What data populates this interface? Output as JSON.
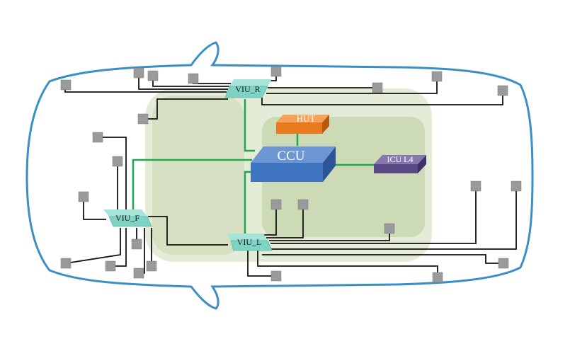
{
  "nodes": {
    "ccu": "CCU",
    "hut": "HUT",
    "icu": "ICU L4",
    "viu_r": "VIU_R",
    "viu_f": "VIU_F",
    "viu_l": "VIU_L"
  },
  "colors": {
    "car_outline": "#3a8fc4",
    "car_interior": "#dfe8cf",
    "ccu": "#3f74c0",
    "hut": "#e97a1e",
    "icu": "#5b4a85",
    "viu": "#7fd3c4",
    "backbone": "#1fa84f",
    "wire": "#111111",
    "sensor": "#9a9a9a"
  }
}
